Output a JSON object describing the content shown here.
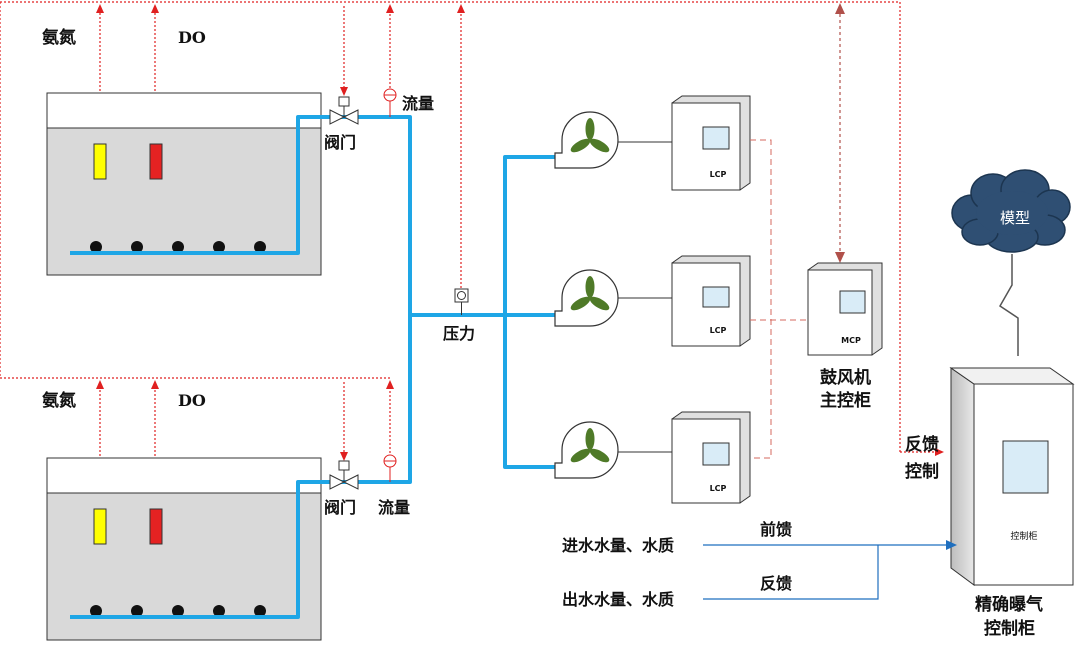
{
  "labels": {
    "ammonia": "氨氮",
    "do": "DO",
    "valve": "阀门",
    "flow": "流量",
    "pressure": "压力",
    "lcp": "LCP",
    "mcp": "MCP",
    "mcp_caption_line1": "鼓风机",
    "mcp_caption_line2": "主控柜",
    "feedback_control_line1": "反馈",
    "feedback_control_line2": "控制",
    "model": "模型",
    "inflow": "进水水量、水质",
    "outflow": "出水水量、水质",
    "feedforward": "前馈",
    "feedback": "反馈",
    "cabinet_panel": "控制柜",
    "cabinet_caption_line1": "精确曝气",
    "cabinet_caption_line2": "控制柜"
  },
  "colors": {
    "pipe": "#1ea6e6",
    "signal": "#e02020",
    "tank_fill": "#d9d9d9",
    "ammonia_sensor": "#ffff00",
    "do_sensor": "#e52222",
    "impeller": "#4f7a28",
    "screen": "#d9ecf7",
    "cloud": "#2f4f73",
    "forward_line": "#1f6fbf"
  }
}
